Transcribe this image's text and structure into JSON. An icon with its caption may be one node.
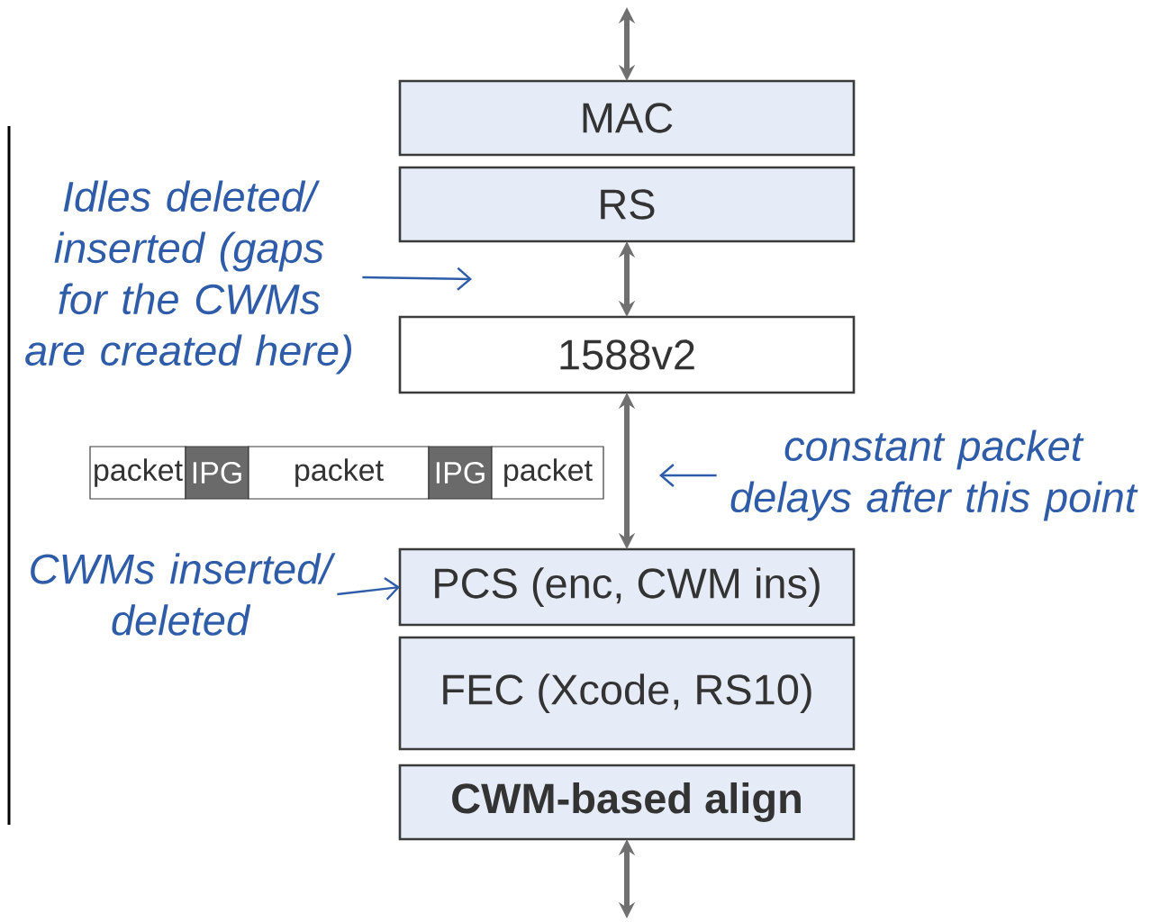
{
  "diagram": {
    "nodes": [
      {
        "text": [
          "MAC"
        ]
      },
      {
        "text": [
          "RS"
        ]
      },
      {
        "text": [
          "1588v2"
        ]
      },
      {
        "text": [
          "PCS (enc, CWM ins)"
        ]
      },
      {
        "text": [
          "FEC (Xcode, RS10)"
        ]
      },
      {
        "text": [
          "CWM-based align"
        ]
      },
      {
        "text": [
          "Idles deleted/ inserted (gaps for the CWMs are created here)"
        ]
      },
      {
        "text": [
          "constant packet delays after this point"
        ]
      },
      {
        "text": [
          "CWMs inserted/ deleted"
        ]
      },
      {
        "text": [
          "packet"
        ]
      },
      {
        "text": [
          "IPG"
        ]
      },
      {
        "text": [
          "packet"
        ]
      },
      {
        "text": [
          "IPG"
        ]
      },
      {
        "text": [
          "packet"
        ]
      }
    ],
    "edges": [
      {
        "from": null,
        "to": 0,
        "arrow": "both"
      },
      {
        "from": 1,
        "to": 2,
        "arrow": "both"
      },
      {
        "from": 2,
        "to": 3,
        "arrow": "both"
      },
      {
        "from": 5,
        "to": null,
        "arrow": "both"
      },
      {
        "from": 6,
        "to": null,
        "arrow": "to",
        "color": "#2e5ca8"
      },
      {
        "from": 7,
        "to": null,
        "arrow": "to",
        "color": "#2e5ca8"
      },
      {
        "from": 8,
        "to": 3,
        "arrow": "to",
        "color": "#2e5ca8"
      }
    ]
  }
}
